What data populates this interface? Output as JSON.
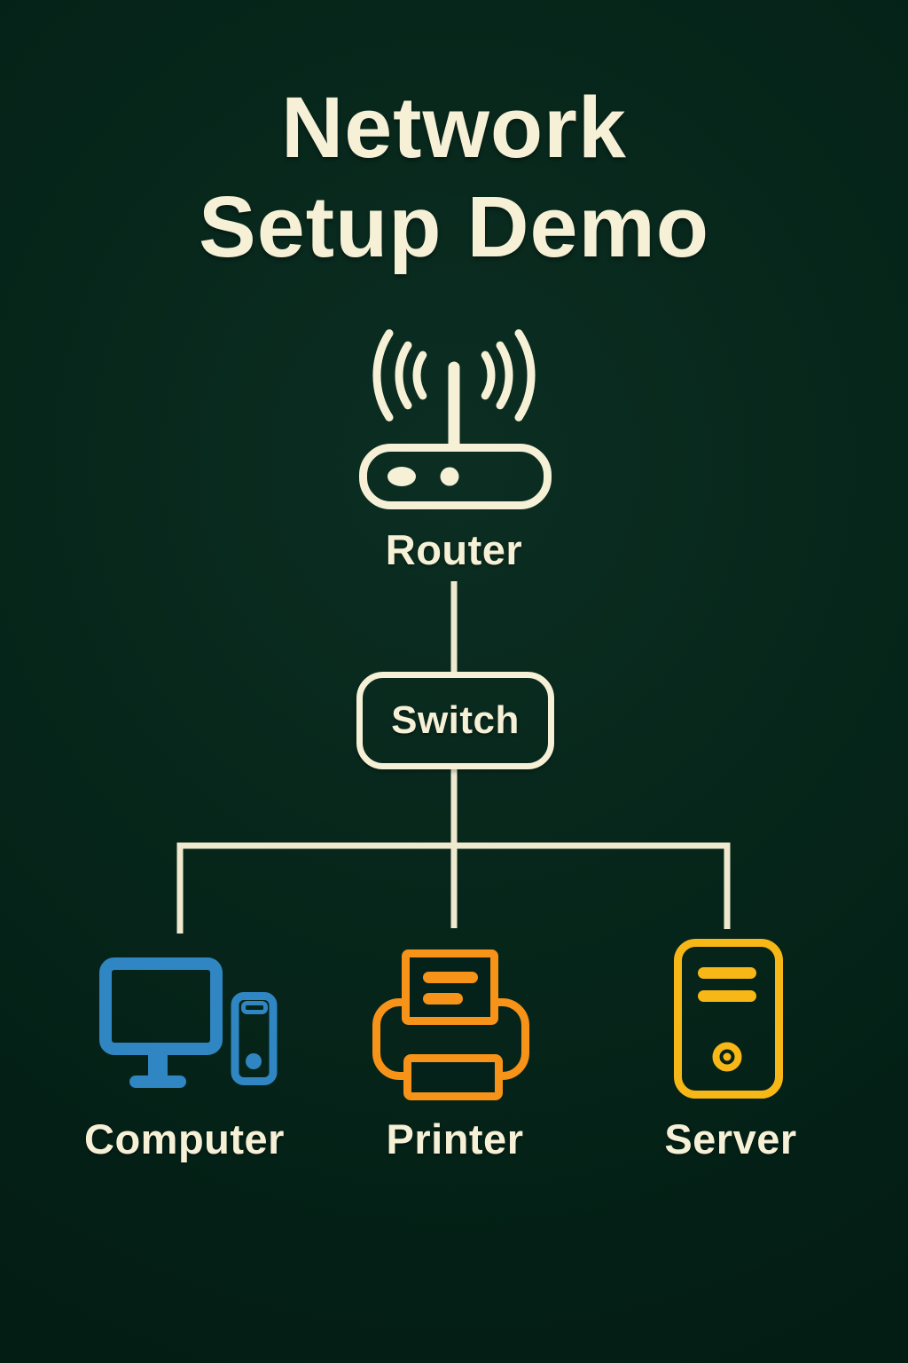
{
  "title": {
    "line1": "Network",
    "line2": "Setup Demo"
  },
  "nodes": {
    "router": {
      "label": "Router",
      "icon": "wifi-router-icon"
    },
    "switch": {
      "label": "Switch",
      "icon": "rounded-box"
    },
    "computer": {
      "label": "Computer",
      "icon": "desktop-computer-icon"
    },
    "printer": {
      "label": "Printer",
      "icon": "printer-icon"
    },
    "server": {
      "label": "Server",
      "icon": "server-tower-icon"
    }
  },
  "connections": [
    {
      "from": "Router",
      "to": "Switch"
    },
    {
      "from": "Switch",
      "to": "Computer"
    },
    {
      "from": "Switch",
      "to": "Printer"
    },
    {
      "from": "Switch",
      "to": "Server"
    }
  ],
  "colors": {
    "background_center": "#0c2e22",
    "background_mid": "#052318",
    "background_edge": "#021912",
    "cream": "#f6f1d6",
    "line": "#efe9cf",
    "computer_blue": "#2f86c2",
    "printer_orange": "#f69318",
    "server_gold": "#f7b717",
    "icon_backfill": "#05221a"
  }
}
